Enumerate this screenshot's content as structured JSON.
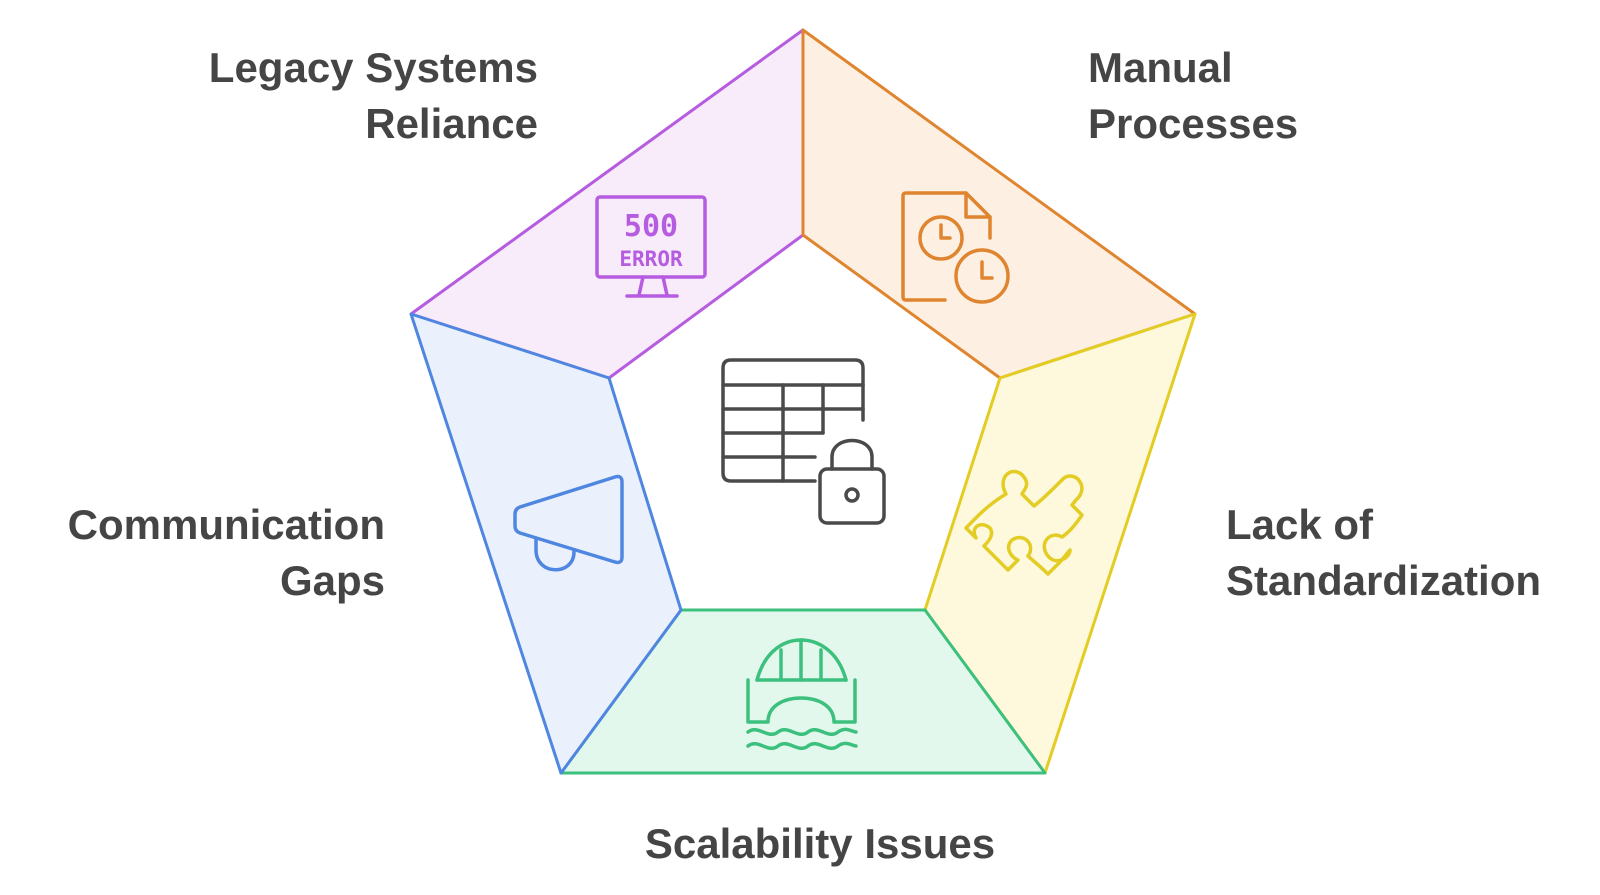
{
  "segments": [
    {
      "id": "legacy",
      "lines": [
        "Legacy Systems",
        "Reliance"
      ],
      "icon": "error-monitor-icon",
      "stroke": "#b65ce0",
      "fill": "#f8ecfb"
    },
    {
      "id": "manual",
      "lines": [
        "Manual",
        "Processes"
      ],
      "icon": "document-clocks-icon",
      "stroke": "#e0852f",
      "fill": "#fdf0e3"
    },
    {
      "id": "lack",
      "lines": [
        "Lack of",
        "Standardization"
      ],
      "icon": "puzzle-piece-icon",
      "stroke": "#e3cc24",
      "fill": "#fef9dc"
    },
    {
      "id": "scal",
      "lines": [
        "Scalability Issues"
      ],
      "icon": "bridge-water-icon",
      "stroke": "#3cc07d",
      "fill": "#e3f8ec"
    },
    {
      "id": "comm",
      "lines": [
        "Communication",
        "Gaps"
      ],
      "icon": "megaphone-icon",
      "stroke": "#4f86e0",
      "fill": "#eaf1fd"
    }
  ],
  "center": {
    "icon": "locked-table-icon",
    "stroke": "#4a4a4a"
  },
  "legacy_icon_text": {
    "top": "500",
    "bottom": "ERROR"
  }
}
